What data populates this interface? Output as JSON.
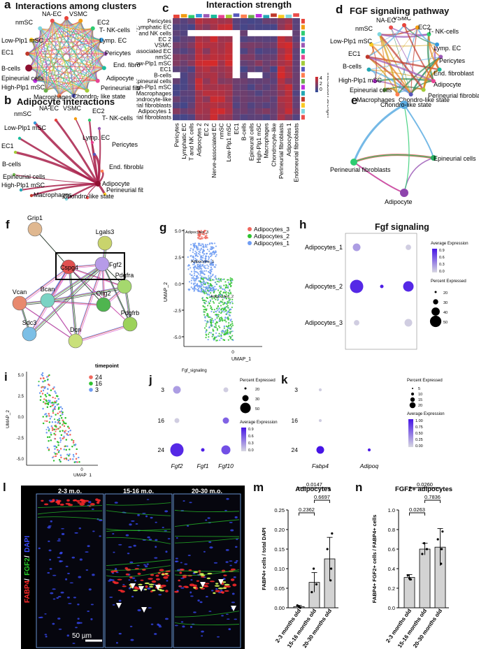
{
  "colors": {
    "heat_low": "#2b4c9a",
    "heat_high": "#d62a2a",
    "dot_purple": "#5a1de0",
    "fabp4_red": "#ff2a2a",
    "fgf2_green": "#2bd12b",
    "dapi_blue": "#3a4cff",
    "edge_crimson": "#a8204a"
  },
  "panel_a": {
    "letter": "a",
    "title": "Interactions among clusters",
    "nodes": [
      "NA-EC",
      "VSMC",
      "EC2",
      "nmSC",
      "T- NK-cells",
      "Low-Plp1 mSC",
      "Lymp. EC",
      "EC1",
      "Pericytes",
      "B-cells",
      "End. fibroblast",
      "Epineurial cells",
      "Adipocyte",
      "High-Plp1 mSC",
      "Perineurial fibroblast",
      "Macrophages",
      "Chondro- like state"
    ]
  },
  "panel_b": {
    "letter": "b",
    "title": "Adipocyte interactions",
    "labels": [
      "NA-EC",
      "VSMC",
      "EC2",
      "nmSC",
      "T- NK-cells",
      "Low-Plp1 mSC",
      "Lymp. EC",
      "EC1",
      "Pericytes",
      "End. fibroblast",
      "B-cells",
      "Adipocyte",
      "Epineurial cells",
      "High-Plp1 mSC",
      "Perineurial fibroblast",
      "Macrophages",
      "Chondro-like state"
    ]
  },
  "panel_c": {
    "letter": "c",
    "title": "Interaction strength",
    "rows": [
      "Pericytes",
      "Lymphatic EC",
      "T and NK cells",
      "EC 2",
      "VSMC",
      "N-associated EC",
      "nmSC",
      "Low-Plp1 mSC",
      "EC1",
      "B-cells",
      "Epineural cells",
      "High-Plp1 mSC",
      "Macrophages",
      "Chondrocyte-like",
      "Perineurial fibroblasts",
      "Adipocytes 1",
      "Endoneurial fibroblasts"
    ],
    "cols": [
      "Pericytes",
      "Lymphatic EC",
      "T and NK cells",
      "Adipocytes 2",
      "EC 2",
      "Nerve-associated EC",
      "nmSC",
      "Low-Plp1 mSC",
      "EC1",
      "B-cells",
      "Epineural cells",
      "High-Plp1 mSC",
      "Macrophages",
      "Chondrocyte-like",
      "Perineurial fibroblasts",
      "Adipocytes 1",
      "Endoneurial fibroblasts"
    ],
    "legend_title": "Interaction strength",
    "legend_ticks": [
      "4",
      "2",
      "0"
    ]
  },
  "panel_d": {
    "letter": "d",
    "title": "FGF signaling pathway",
    "nodes": [
      "NA-EC",
      "VSMC",
      "EC2",
      "nmSC",
      "T- NK-cells",
      "Low-Plp1 mSC",
      "Lymp. EC",
      "EC1",
      "Pericytes",
      "B-cells",
      "End. fibroblast",
      "High-Plp1 mSC",
      "Adipocyte",
      "Epineurial cells",
      "Perineurial fibroblast",
      "Macrophages",
      "Chondro-like state"
    ]
  },
  "panel_e": {
    "letter": "e",
    "nodes": [
      "Chondro-like state",
      "Perineurial fibroblasts",
      "Epineurial cells",
      "Adipocyte"
    ]
  },
  "panel_f": {
    "letter": "f",
    "nodes": [
      "Grip1",
      "Lgals3",
      "Cspg4",
      "Fgf2",
      "Pdgfra",
      "Vcan",
      "Bcan",
      "Olig2",
      "Pdgfrb",
      "Sdc3",
      "Dcn"
    ]
  },
  "panel_g": {
    "letter": "g",
    "xlabel": "UMAP_1",
    "ylabel": "UMAP_2",
    "legend": [
      "Adipocytes_3",
      "Adipocytes_2",
      "Adipocytes_1"
    ],
    "point_labels": [
      "Adipocytes_3",
      "Adipocytes_1",
      "Adipocytes_2"
    ],
    "yticks": [
      "5.0",
      "2.5",
      "0.0",
      "-2.5",
      "-5.0"
    ],
    "xticks": [
      "0"
    ],
    "legend_colors": [
      "#f0685e",
      "#2ec22e",
      "#6f9cf2"
    ]
  },
  "panel_h": {
    "letter": "h",
    "title": "Fgf signaling",
    "rows": [
      "Adipocytes_1",
      "Adipocytes_2",
      "Adipocytes_3"
    ],
    "avg_title": "Average Expression",
    "avg_ticks": [
      "0.9",
      "0.6",
      "0.3",
      "0.0"
    ],
    "pct_title": "Percent Expressed",
    "pct_ticks": [
      "20",
      "30",
      "40",
      "50"
    ],
    "dots": [
      {
        "row": 0,
        "col": 0,
        "avg": 0.3,
        "pct": 30
      },
      {
        "row": 0,
        "col": 2,
        "avg": 0.05,
        "pct": 22
      },
      {
        "row": 1,
        "col": 0,
        "avg": 0.9,
        "pct": 50
      },
      {
        "row": 1,
        "col": 1,
        "avg": 0.95,
        "pct": 15
      },
      {
        "row": 1,
        "col": 2,
        "avg": 0.9,
        "pct": 40
      },
      {
        "row": 2,
        "col": 0,
        "avg": 0.05,
        "pct": 22
      },
      {
        "row": 2,
        "col": 2,
        "avg": 0.05,
        "pct": 30
      }
    ]
  },
  "panel_i": {
    "letter": "i",
    "title": "timepoint",
    "legend": [
      "24",
      "16",
      "3"
    ],
    "legend_colors": [
      "#f0685e",
      "#2ec22e",
      "#6f9cf2"
    ],
    "xlabel": "UMAP_1",
    "ylabel": "UMAP_2",
    "yticks": [
      "5.0",
      "2.5",
      "0.0",
      "-2.5",
      "-5.0"
    ],
    "xticks": [
      "0"
    ]
  },
  "panel_j": {
    "letter": "j",
    "title": "Fgf_signaling",
    "rows": [
      "3",
      "16",
      "24"
    ],
    "cols": [
      "Fgf2",
      "Fgf1",
      "Fgf10"
    ],
    "pct_title": "Percent Expressed",
    "pct_ticks": [
      "20",
      "30",
      "50"
    ],
    "avg_title": "Average Expression",
    "avg_ticks": [
      "0.9",
      "0.6",
      "0.3",
      "0.0"
    ],
    "dots": [
      {
        "row": 0,
        "col": 0,
        "avg": 0.3,
        "pct": 30
      },
      {
        "row": 0,
        "col": 2,
        "avg": 0.05,
        "pct": 20
      },
      {
        "row": 1,
        "col": 0,
        "avg": 0.05,
        "pct": 20
      },
      {
        "row": 1,
        "col": 2,
        "avg": 0.6,
        "pct": 25
      },
      {
        "row": 2,
        "col": 0,
        "avg": 0.9,
        "pct": 50
      },
      {
        "row": 2,
        "col": 1,
        "avg": 0.95,
        "pct": 15
      },
      {
        "row": 2,
        "col": 2,
        "avg": 0.7,
        "pct": 35
      }
    ]
  },
  "panel_k": {
    "letter": "k",
    "rows": [
      "3",
      "16",
      "24"
    ],
    "cols": [
      "Fabp4",
      "Adipoq"
    ],
    "pct_title": "Percent Expressed",
    "pct_ticks": [
      "5",
      "10",
      "15",
      "20"
    ],
    "avg_title": "Average Expression",
    "avg_ticks": [
      "1.00",
      "0.75",
      "0.50",
      "0.25",
      "0.00"
    ],
    "dots": [
      {
        "row": 0,
        "col": 0,
        "avg": 0.05,
        "pct": 5
      },
      {
        "row": 1,
        "col": 0,
        "avg": 0.05,
        "pct": 5
      },
      {
        "row": 2,
        "col": 0,
        "avg": 1.0,
        "pct": 20
      },
      {
        "row": 2,
        "col": 1,
        "avg": 0.95,
        "pct": 5
      }
    ]
  },
  "panel_l": {
    "letter": "l",
    "timepoints": [
      "2-3 m.o.",
      "15-16 m.o.",
      "20-30 m.o."
    ],
    "side_label": [
      "FABP4",
      "/",
      "FGF2",
      "/",
      "DAPI"
    ],
    "scalebar": "50 µm"
  },
  "chart_data": [
    {
      "type": "bar",
      "panel": "m",
      "title": "Adipocytes",
      "ylabel": "FABP4+ cells / total DAPI",
      "categories": [
        "2-3 months old",
        "15-16 months old",
        "20-30 months old"
      ],
      "values": [
        0.003,
        0.065,
        0.125
      ],
      "errors": [
        0.003,
        0.025,
        0.055
      ],
      "points": [
        [
          0.0,
          0.003,
          0.006
        ],
        [
          0.04,
          0.06,
          0.1
        ],
        [
          0.07,
          0.1,
          0.15,
          0.19
        ]
      ],
      "ylim": [
        0,
        0.25
      ],
      "yticks": [
        "0.00",
        "0.05",
        "0.10",
        "0.15",
        "0.20",
        "0.25"
      ],
      "comparisons": [
        {
          "from": 0,
          "to": 2,
          "p": "0.0147"
        },
        {
          "from": 1,
          "to": 2,
          "p": "0.6697"
        },
        {
          "from": 0,
          "to": 1,
          "p": "0.2362"
        }
      ]
    },
    {
      "type": "bar",
      "panel": "n",
      "title": "FGF2+ adipocytes",
      "ylabel": "FABP4+ FGF2+ cells / FABP4+ cells",
      "categories": [
        "2-3 months old",
        "15-16 months old",
        "20-30 months old"
      ],
      "values": [
        0.31,
        0.6,
        0.62
      ],
      "errors": [
        0.03,
        0.06,
        0.19
      ],
      "points": [
        [
          0.29,
          0.3,
          0.33
        ],
        [
          0.55,
          0.6,
          0.66
        ],
        [
          0.45,
          0.6,
          0.7,
          0.78
        ]
      ],
      "ylim": [
        0,
        1.0
      ],
      "yticks": [
        "0.0",
        "0.2",
        "0.4",
        "0.6",
        "0.8",
        "1.0"
      ],
      "comparisons": [
        {
          "from": 0,
          "to": 2,
          "p": "0.0260"
        },
        {
          "from": 1,
          "to": 2,
          "p": "0.7836"
        },
        {
          "from": 0,
          "to": 1,
          "p": "0.0263"
        }
      ]
    }
  ]
}
